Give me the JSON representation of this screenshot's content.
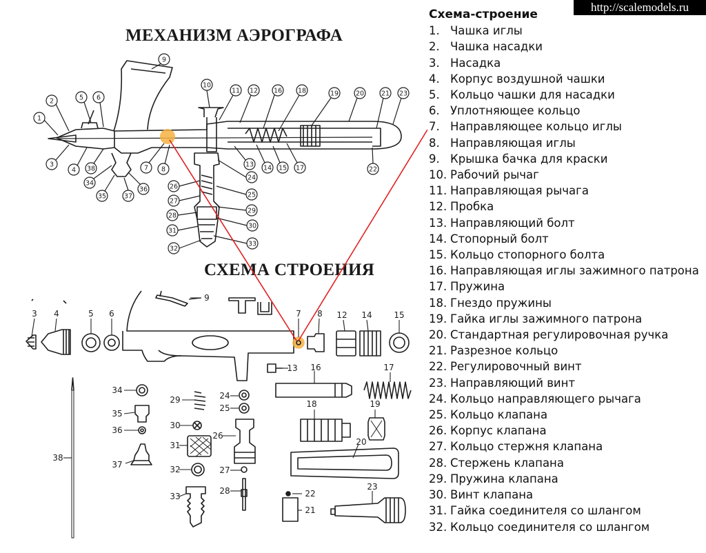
{
  "titles": {
    "mechanism": "МЕХАНИЗМ АЭРОГРАФА",
    "scheme": "СХЕМА СТРОЕНИЯ"
  },
  "watermark": "http://scalemodels.ru",
  "legend": {
    "heading": "Схема-строение",
    "items": [
      {
        "n": "1.",
        "t": "Чашка иглы"
      },
      {
        "n": "2.",
        "t": "Чашка насадки"
      },
      {
        "n": "3.",
        "t": "Насадка"
      },
      {
        "n": "4.",
        "t": "Корпус воздушной чашки"
      },
      {
        "n": "5.",
        "t": "Кольцо чашки для насадки"
      },
      {
        "n": "6.",
        "t": "Уплотняющее кольцо"
      },
      {
        "n": "7.",
        "t": "Направляющее кольцо иглы"
      },
      {
        "n": "8.",
        "t": "Направляющая иглы"
      },
      {
        "n": "9.",
        "t": "Крышка бачка для краски"
      },
      {
        "n": "10.",
        "t": "Рабочий рычаг"
      },
      {
        "n": "11.",
        "t": "Направляющая рычага"
      },
      {
        "n": "12.",
        "t": "Пробка"
      },
      {
        "n": "13.",
        "t": "Направляющий болт"
      },
      {
        "n": "14.",
        "t": "Стопорный болт"
      },
      {
        "n": "15.",
        "t": "Кольцо стопорного болта"
      },
      {
        "n": "16.",
        "t": "Направляющая иглы зажимного патрона"
      },
      {
        "n": "17.",
        "t": "Пружина"
      },
      {
        "n": "18.",
        "t": "Гнездо  пружины"
      },
      {
        "n": "19.",
        "t": "Гайка иглы зажимного патрона"
      },
      {
        "n": "20.",
        "t": "Стандартная регулировочная ручка"
      },
      {
        "n": "21.",
        "t": "Разрезное кольцо"
      },
      {
        "n": "22.",
        "t": "Регулировочный винт"
      },
      {
        "n": "23.",
        "t": "Направляющий винт"
      },
      {
        "n": "24.",
        "t": "Кольцо направляющего рычага"
      },
      {
        "n": "25.",
        "t": "Кольцо клапана"
      },
      {
        "n": "26.",
        "t": "Корпус клапана"
      },
      {
        "n": "27.",
        "t": "Кольцо стержня клапана"
      },
      {
        "n": "28.",
        "t": "Стержень клапана"
      },
      {
        "n": "29.",
        "t": "Пружина клапана"
      },
      {
        "n": "30.",
        "t": "Винт клапана"
      },
      {
        "n": "31.",
        "t": "Гайка соединителя со шлангом"
      },
      {
        "n": "32.",
        "t": "Кольцо соединителя со шлангом"
      }
    ]
  },
  "assembly_callouts": [
    "1",
    "2",
    "3",
    "4",
    "5",
    "6",
    "7",
    "8",
    "9",
    "10",
    "11",
    "12",
    "13",
    "14",
    "15",
    "16",
    "17",
    "18",
    "19",
    "20",
    "22",
    "23",
    "21",
    "24",
    "25",
    "26",
    "27",
    "28",
    "29",
    "30",
    "31",
    "32",
    "33",
    "34",
    "35",
    "36",
    "37",
    "38"
  ],
  "parts_labels": [
    "3",
    "4",
    "5",
    "6",
    "7",
    "8",
    "9",
    "12",
    "13",
    "14",
    "15",
    "16",
    "17",
    "18",
    "19",
    "20",
    "21",
    "22",
    "23",
    "24",
    "25",
    "26",
    "27",
    "28",
    "29",
    "30",
    "31",
    "32",
    "33",
    "34",
    "35",
    "36",
    "37",
    "38"
  ],
  "colors": {
    "line": "#1e1e1e",
    "highlight": "#f5b041",
    "pointer": "#e02020"
  }
}
